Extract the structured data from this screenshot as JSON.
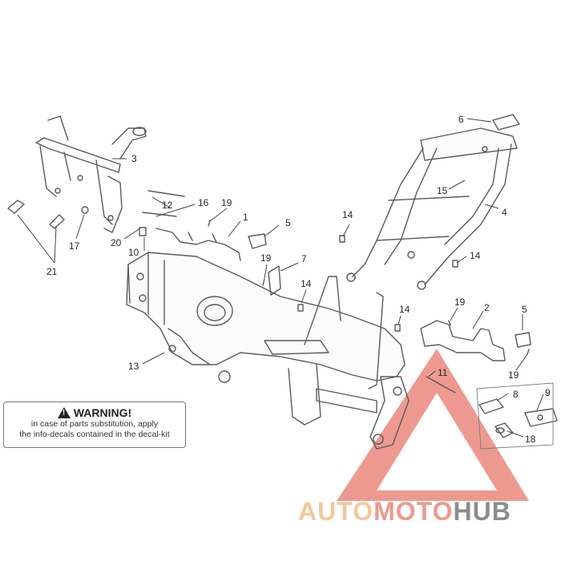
{
  "callouts": [
    "1",
    "2",
    "3",
    "4",
    "5",
    "5",
    "6",
    "7",
    "8",
    "9",
    "10",
    "11",
    "12",
    "13",
    "14",
    "14",
    "14",
    "14",
    "15",
    "16",
    "17",
    "18",
    "19",
    "19",
    "19",
    "19",
    "20",
    "21"
  ],
  "warning": {
    "title": "WARNING!",
    "line1": "in case of parts substitution, apply",
    "line2": "the info-decals contained in the decal-kit"
  },
  "watermark": {
    "part1": "AUTO",
    "part2": "MOTO",
    "part3": "HUB"
  },
  "colors": {
    "watermark_triangle": "#e8786c",
    "line": "#5a5a5a"
  }
}
